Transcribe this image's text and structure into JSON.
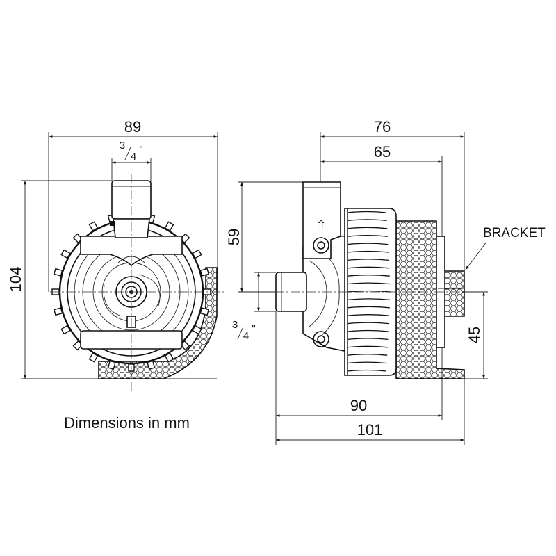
{
  "front_view": {
    "width": "89",
    "height": "104",
    "port_num": "3",
    "port_den": "4",
    "port_unit": "\""
  },
  "side_view": {
    "overall_depth_top": "76",
    "inner_depth_top": "65",
    "outlet_height": "59",
    "bracket_height": "45",
    "depth_bottom": "90",
    "overall_depth_bottom": "101",
    "port_num": "3",
    "port_den": "4",
    "port_unit": "\"",
    "bracket_label": "BRACKET",
    "arrow_glyph": "⇧"
  },
  "caption": "Dimensions in mm"
}
